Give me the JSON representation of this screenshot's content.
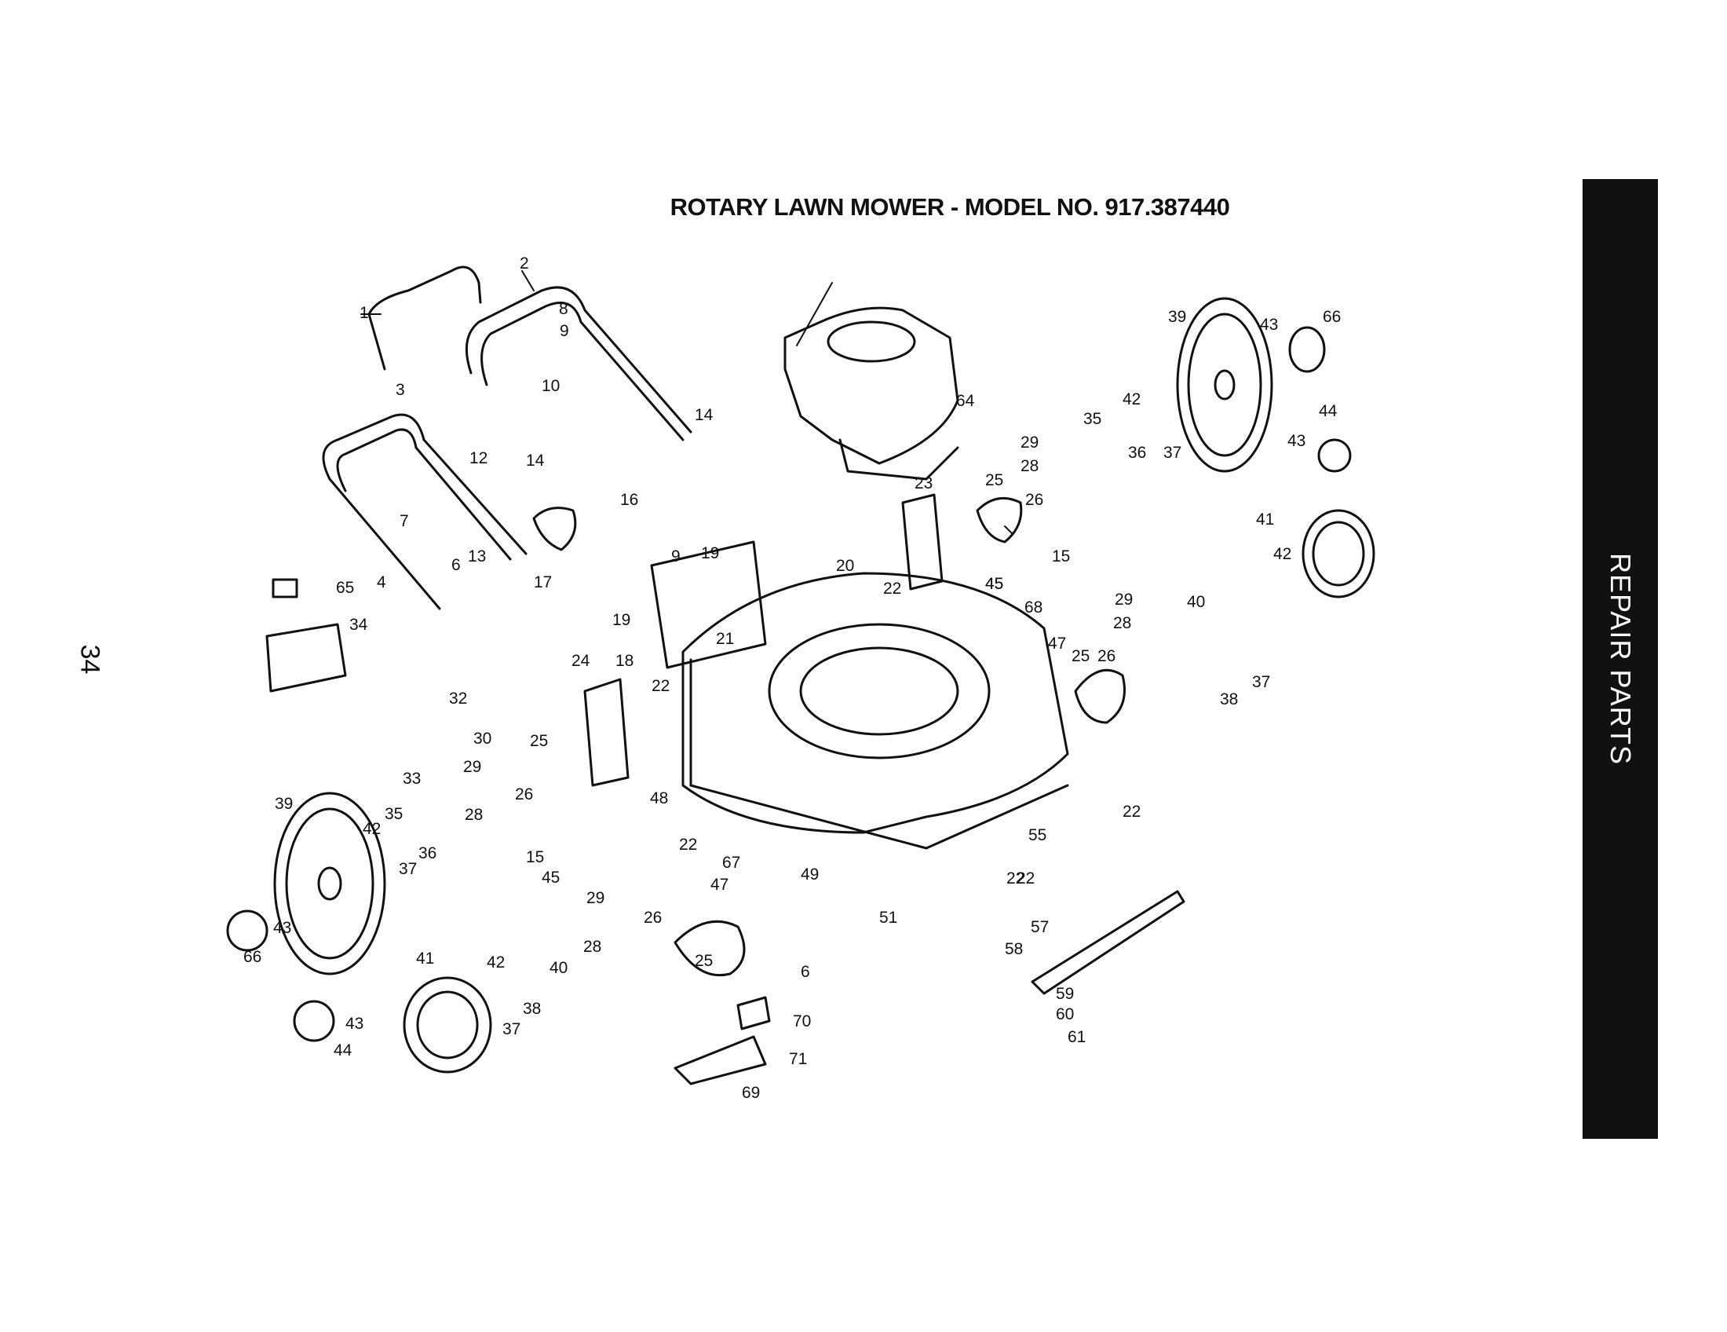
{
  "title": "ROTARY LAWN MOWER - MODEL NO. 917.387440",
  "page_number": "34",
  "sidebar_label": "REPAIR PARTS",
  "callouts": [
    "1",
    "2",
    "3",
    "4",
    "6",
    "7",
    "8",
    "9",
    "10",
    "12",
    "13",
    "14",
    "14",
    "16",
    "17",
    "9",
    "19",
    "19",
    "18",
    "21",
    "20",
    "22",
    "23",
    "24",
    "22",
    "25",
    "26",
    "15",
    "45",
    "28",
    "29",
    "35",
    "36",
    "37",
    "39",
    "43",
    "66",
    "42",
    "43",
    "44",
    "41",
    "42",
    "40",
    "28",
    "29",
    "26",
    "25",
    "38",
    "37",
    "68",
    "47",
    "45",
    "22",
    "22",
    "55",
    "32",
    "30",
    "33",
    "29",
    "25",
    "26",
    "15",
    "28",
    "35",
    "42",
    "39",
    "36",
    "37",
    "43",
    "66",
    "48",
    "22",
    "67",
    "47",
    "49",
    "45",
    "29",
    "28",
    "26",
    "25",
    "41",
    "42",
    "40",
    "38",
    "37",
    "43",
    "44",
    "6",
    "70",
    "71",
    "69",
    "51",
    "57",
    "58",
    "59",
    "60",
    "61",
    "22",
    "64",
    "65",
    "34"
  ]
}
